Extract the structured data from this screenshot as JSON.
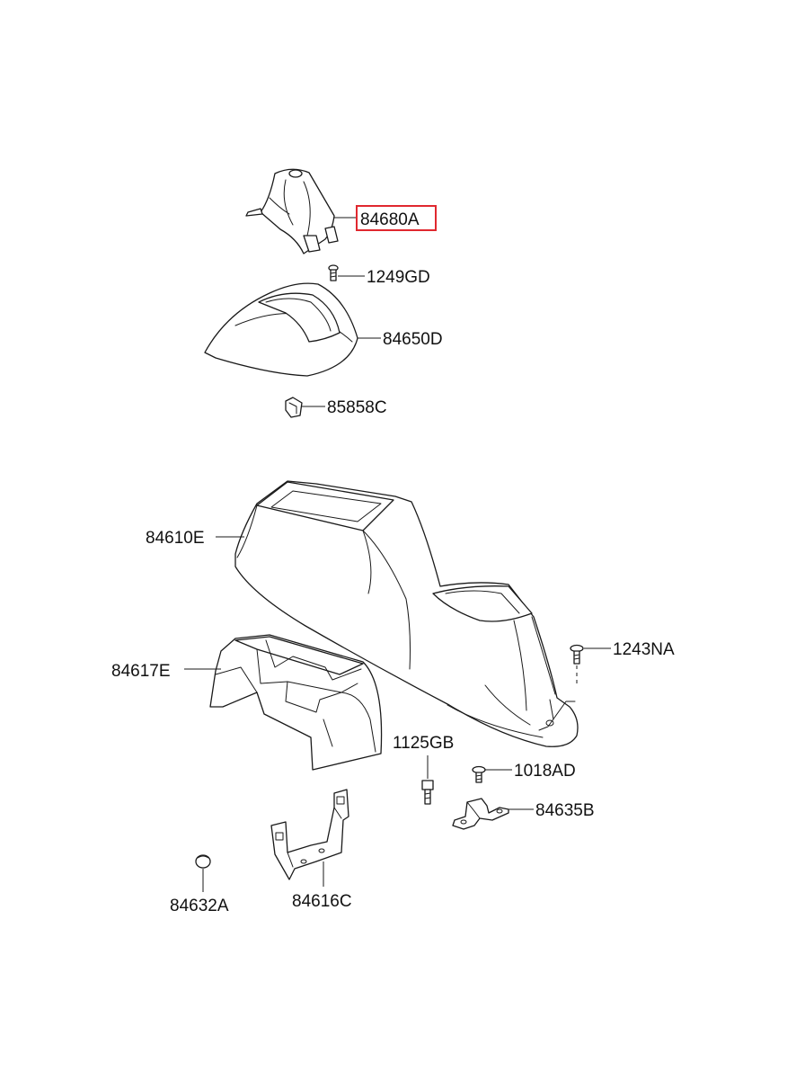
{
  "parts": {
    "p84680A": "84680A",
    "p1249GD": "1249GD",
    "p84650D": "84650D",
    "p85858C": "85858C",
    "p84610E": "84610E",
    "p84617E": "84617E",
    "p1243NA": "1243NA",
    "p1125GB": "1125GB",
    "p1018AD": "1018AD",
    "p84635B": "84635B",
    "p84632A": "84632A",
    "p84616C": "84616C"
  },
  "highlight": {
    "part": "84680A",
    "color": "#e0282f"
  }
}
